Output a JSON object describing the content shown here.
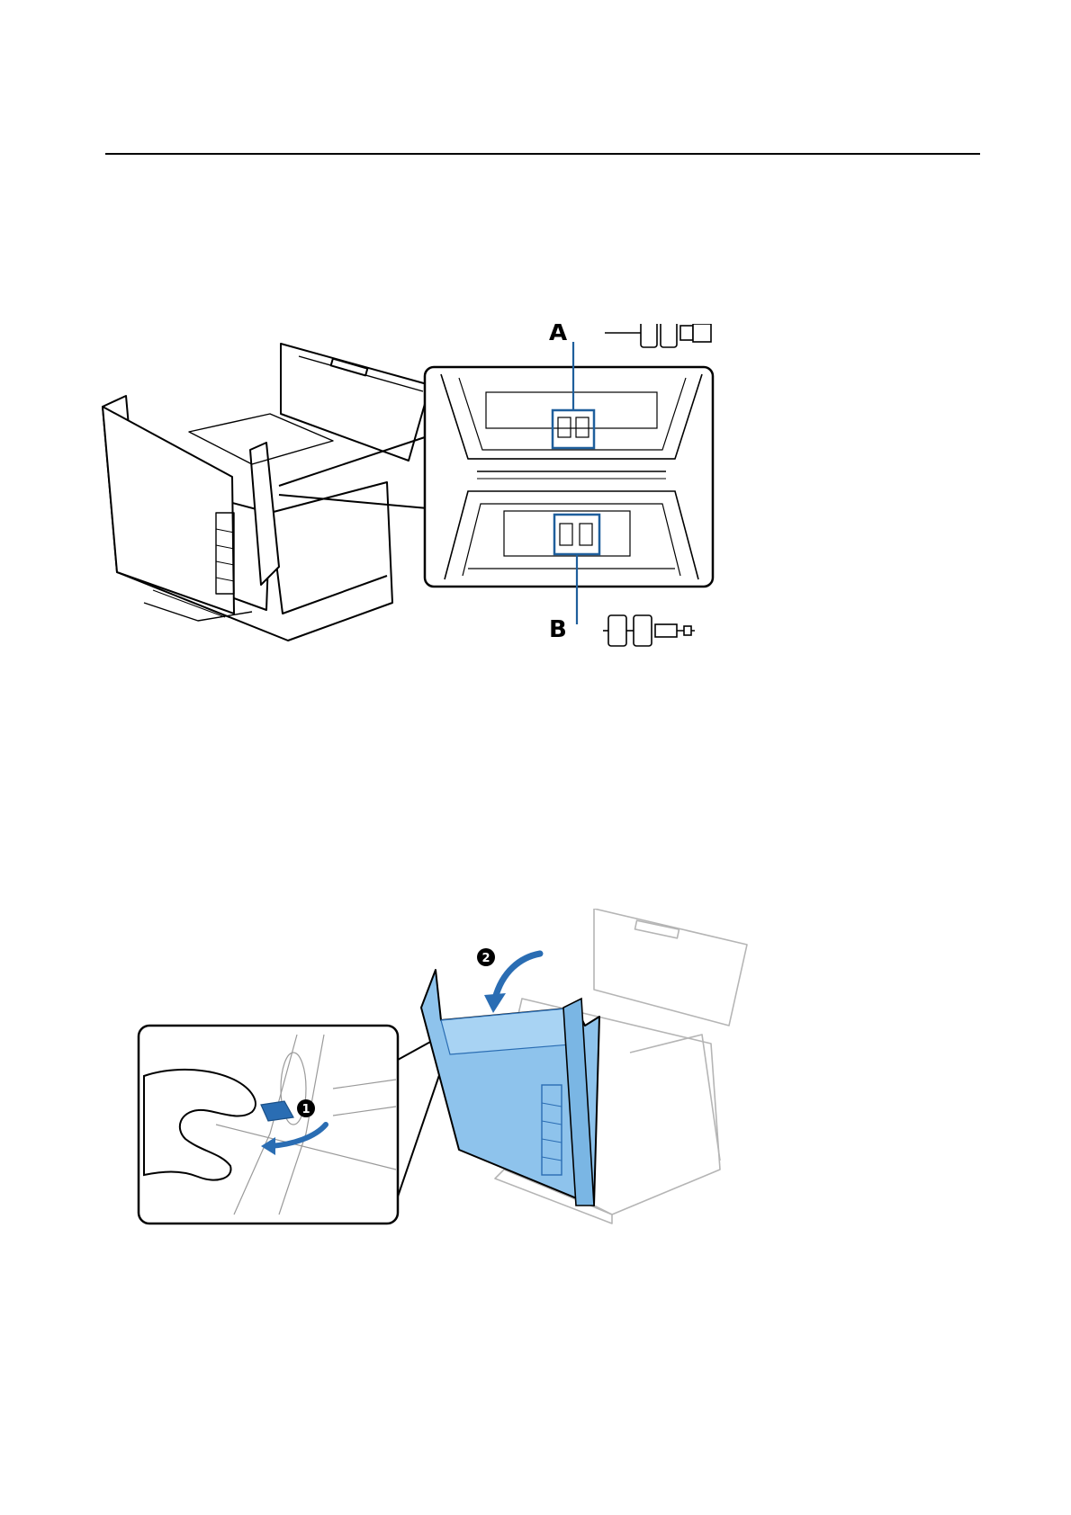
{
  "figure_rollers": {
    "label_a": "A",
    "label_b": "B",
    "accent_color": "#1f5f9c"
  },
  "figure_open_cover": {
    "step_1": "1",
    "step_2": "2",
    "cover_color": "#8ec3ec",
    "accent_color": "#2a6db3"
  }
}
